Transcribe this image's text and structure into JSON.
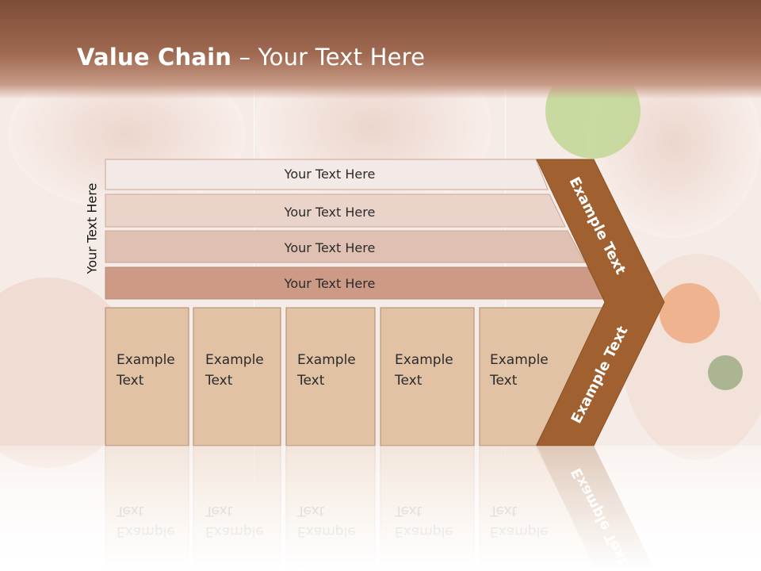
{
  "slide": {
    "title_bold": "Value Chain",
    "title_rest": " – Your Text Here",
    "vertical_label": "Your Text Here"
  },
  "bands": [
    {
      "label": "Your Text Here",
      "color": "#f3e9e6"
    },
    {
      "label": "Your Text Here",
      "color": "#ead4ca"
    },
    {
      "label": "Your Text Here",
      "color": "#e0c0b2"
    },
    {
      "label": "Your Text Here",
      "color": "#cc9a85"
    }
  ],
  "boxes": [
    {
      "line1": "Example",
      "line2": "Text"
    },
    {
      "line1": "Example",
      "line2": "Text"
    },
    {
      "line1": "Example",
      "line2": "Text"
    },
    {
      "line1": "Example",
      "line2": "Text"
    },
    {
      "line1": "Example",
      "line2": "Text"
    }
  ],
  "arrow": {
    "upper_label": "Example Text",
    "lower_label": "Example Text",
    "color": "#a0602f"
  },
  "colors": {
    "header": "#8a563f",
    "box_fill": "#e2c2a4",
    "box_stroke": "#b08a70"
  }
}
